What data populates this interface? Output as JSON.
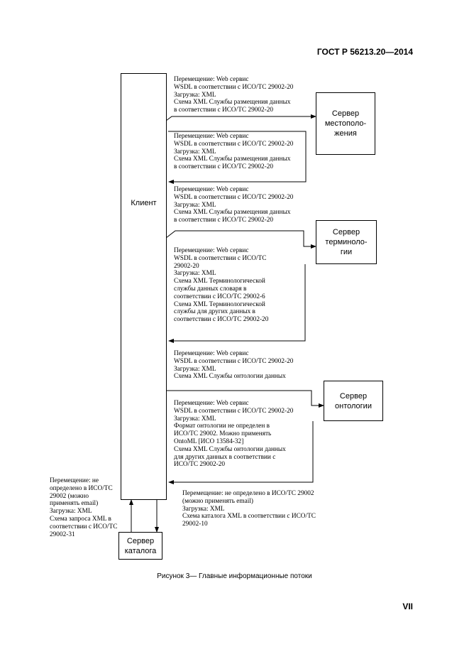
{
  "header": {
    "doc_code": "ГОСТ Р 56213.20—2014"
  },
  "boxes": {
    "client": "Клиент",
    "location_server": [
      "Сервер",
      "местополо-",
      "жения"
    ],
    "terminology_server": [
      "Сервер",
      "терминоло-",
      "гии"
    ],
    "ontology_server": [
      "Сервер",
      "онтологии"
    ],
    "catalog_server": [
      "Сервер",
      "каталога"
    ]
  },
  "notes": {
    "n1": [
      "Перемещение: Web сервис",
      "WSDL в соответствии с ИСО/ТС 29002-20",
      "Загрузка: XML",
      "Схема XML Службы размещения данных",
      "в  соответствии с ИСО/ТС 29002-20"
    ],
    "n2": [
      "Перемещение: Web сервис",
      "WSDL в соответствии с ИСО/ТС 29002-20",
      "Загрузка: XML",
      "Схема XML Службы размещения данных",
      "в  соответствии с ИСО/ТС 29002-20"
    ],
    "n3": [
      "Перемещение: Web сервис",
      "WSDL в соответствии с ИСО/ТС 29002-20",
      "Загрузка: XML",
      "Схема XML Службы размещения данных",
      "в  соответствии с ИСО/ТС 29002-20"
    ],
    "n4": [
      "Перемещение: Web сервис",
      "WSDL в соответствии с ИСО/ТС",
      "29002-20",
      "Загрузка: XML",
      "Схема   XML Терминологической",
      "службы данных словаря в",
      "соответствии с ИСО/ТС 29002-6",
      "Схема   XML Терминологической",
      "службы  для других данных в",
      "соответствии с ИСО/ТС 29002-20"
    ],
    "n5": [
      "Перемещение: Web сервис",
      "WSDL в соответствии с ИСО/ТС 29002-20",
      "Загрузка: XML",
      "Схема XML Службы онтологии данных"
    ],
    "n6": [
      "Перемещение: Web сервис",
      "WSDL в соответствии с ИСО/ТС 29002-20",
      "Загрузка: XML",
      "Формат онтологии не определен в",
      "ИСО/ТС 29002. Можно применять",
      "OntoML [ИСО 13584-32]",
      "Схема XML Службы онтологии данных",
      "для других данных в соответствии с",
      "ИСО/ТС 29002-20"
    ],
    "n7": [
      "Перемещение: не",
      "определено в ИСО/ТС",
      "29002 (можно",
      "применять email)",
      "Загрузка: XML",
      "Схема   запроса XML в",
      "соответствии с ИСО/ТС",
      "29002-31"
    ],
    "n8": [
      "Перемещение: не определено в ИСО/ТС 29002",
      "(можно применять email)",
      "Загрузка: XML",
      "Схема   каталога XML в  соответствии с ИСО/ТС",
      "29002-10"
    ]
  },
  "caption": "Рисунок 3— Главные информационные потоки",
  "page_number": "VII"
}
